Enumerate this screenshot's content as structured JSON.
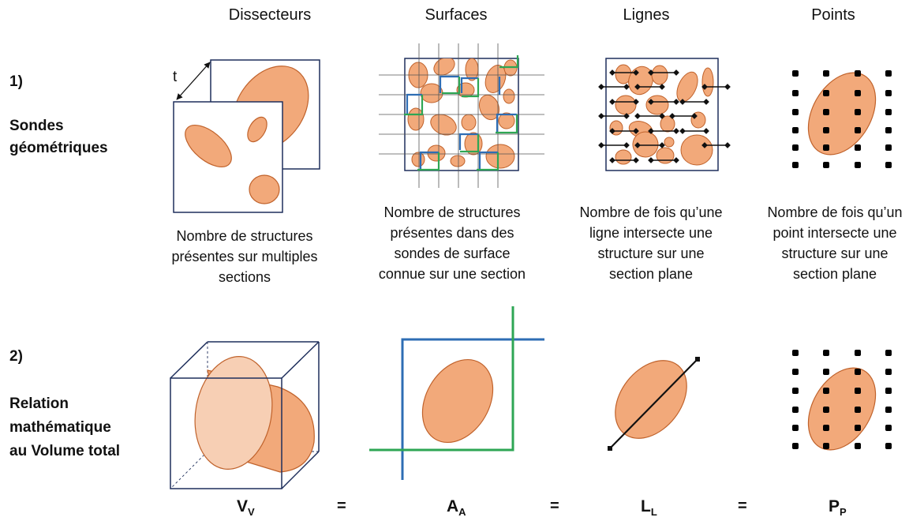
{
  "headers": {
    "dissecteurs": "Dissecteurs",
    "surfaces": "Surfaces",
    "lignes": "Lignes",
    "points": "Points"
  },
  "rows": {
    "row1_number": "1)",
    "row1_label_line1": "Sondes",
    "row1_label_line2": "géométriques",
    "row2_number": "2)",
    "row2_label_line1": "Relation",
    "row2_label_line2": "mathématique",
    "row2_label_line3": "au Volume total"
  },
  "captions": {
    "dissecteurs": [
      "Nombre de structures",
      "présentes sur multiples",
      "sections"
    ],
    "surfaces": [
      "Nombre de structures",
      "présentes dans des",
      "sondes de surface",
      "connue sur une section"
    ],
    "lignes": [
      "Nombre de fois qu’une",
      "ligne intersecte une",
      "structure sur une",
      "section plane"
    ],
    "points": [
      "Nombre de fois qu’un",
      "point intersecte une",
      "structure sur une",
      "section plane"
    ]
  },
  "thickness_label": "t",
  "formula": {
    "vv_main": "V",
    "vv_sub": "V",
    "aa_main": "A",
    "aa_sub": "A",
    "ll_main": "L",
    "ll_sub": "L",
    "pp_main": "P",
    "pp_sub": "P",
    "equals": "="
  },
  "colors": {
    "structure_fill": "#F2A97A",
    "structure_stroke": "#C0622B",
    "frame_navy": "#1F2F5C",
    "probe_blue": "#2E6DB4",
    "probe_green": "#2EA654"
  }
}
